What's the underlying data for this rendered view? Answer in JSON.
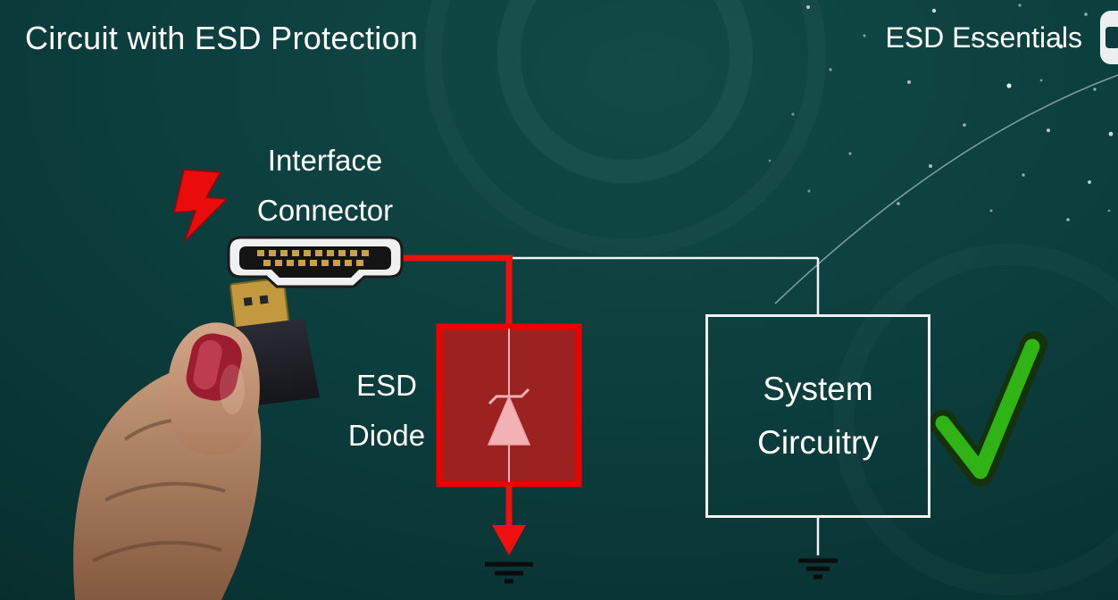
{
  "slide": {
    "title": "Circuit with ESD Protection",
    "brand": "ESD Essentials",
    "labels": {
      "connector": "Interface Connector",
      "diode": "ESD Diode",
      "system": "System Circuitry"
    },
    "colors": {
      "background_teal": "#0b3d3c",
      "esd_red": "#ee0f0f",
      "diode_box_fill": "#9c2222",
      "diode_symbol_pink": "#f6b9bd",
      "wire_white": "#f2f2f2",
      "check_green": "#2fb315",
      "ground_black": "#0c0c0c",
      "text_white": "#ffffff"
    }
  }
}
